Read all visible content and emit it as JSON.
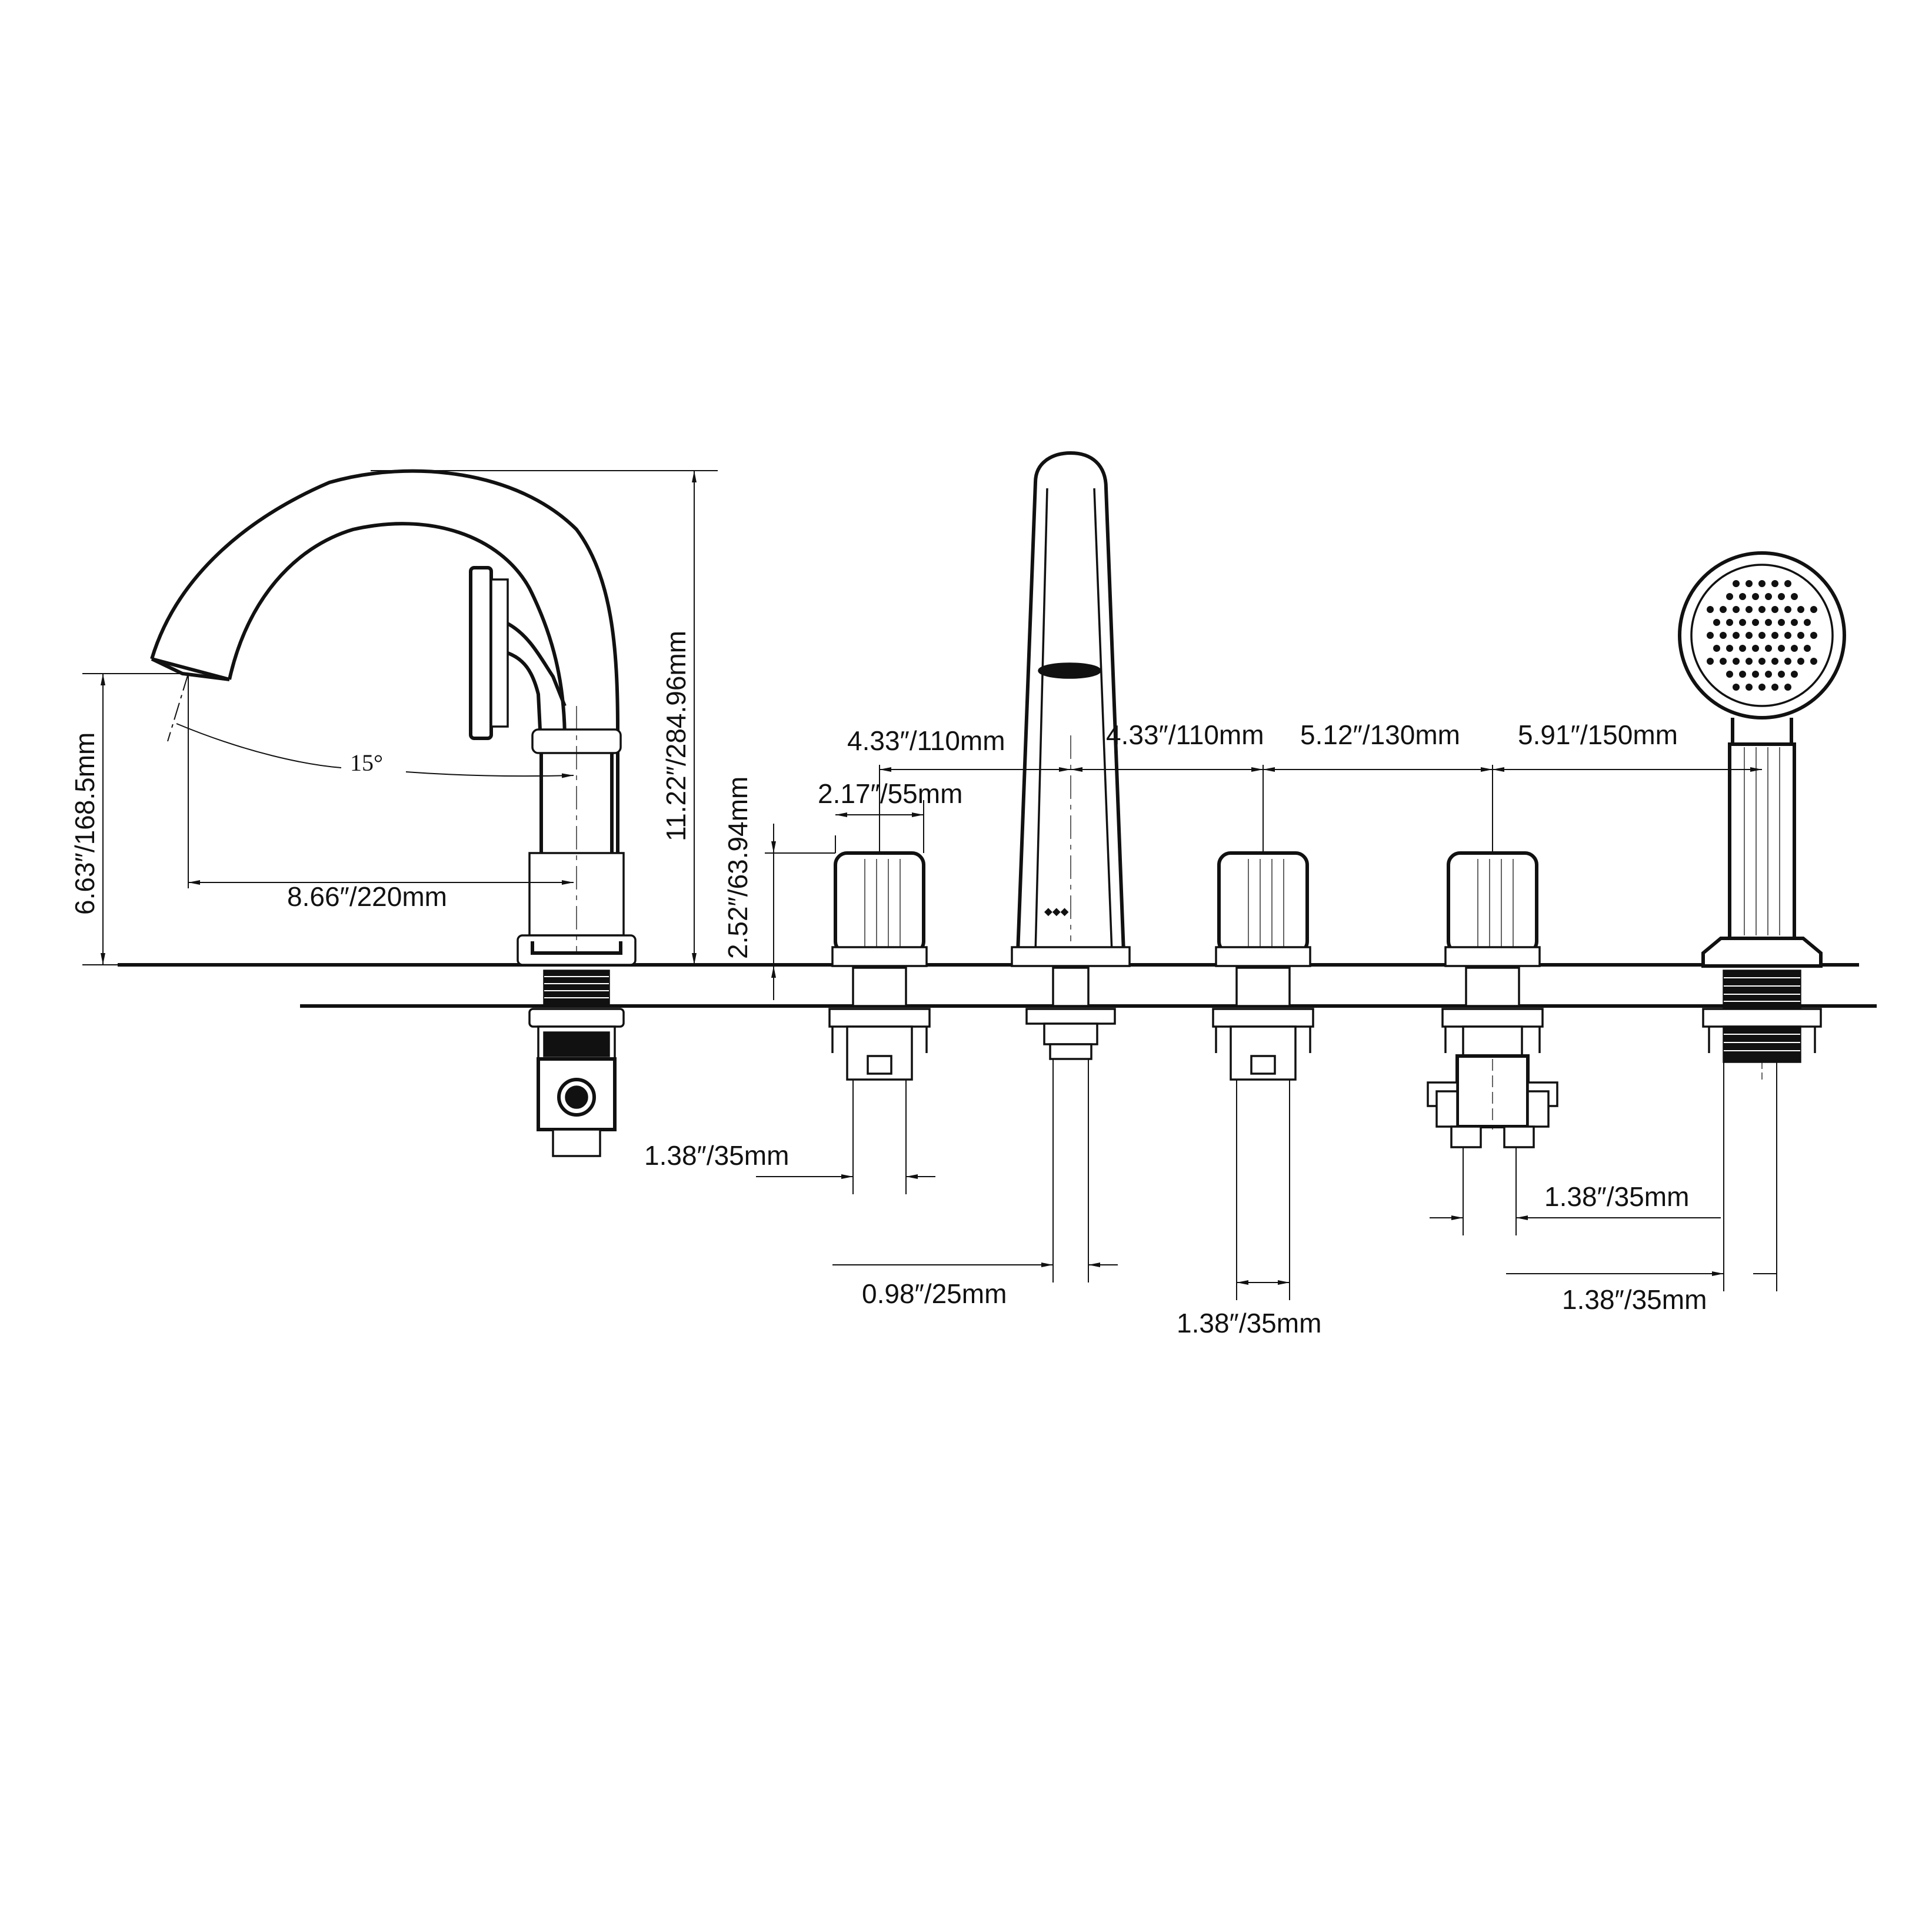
{
  "diagram": {
    "dimensions": {
      "angle": "15°",
      "spout_reach": "8.66″/220mm",
      "spout_height": "6.63″/168.5mm",
      "overall_height": "11.22″/284.96mm",
      "handle_height": "2.52″/63.94mm",
      "handle_width": "2.17″/55mm",
      "spacing_1": "4.33″/110mm",
      "spacing_2": "4.33″/110mm",
      "spacing_3": "5.12″/130mm",
      "spacing_4": "5.91″/150mm",
      "handle_shank": "1.38″/35mm",
      "spout_shank": "0.98″/25mm",
      "handle_shank_2": "1.38″/35mm",
      "diverter_shank": "1.38″/35mm",
      "sprayer_shank": "1.38″/35mm"
    }
  }
}
